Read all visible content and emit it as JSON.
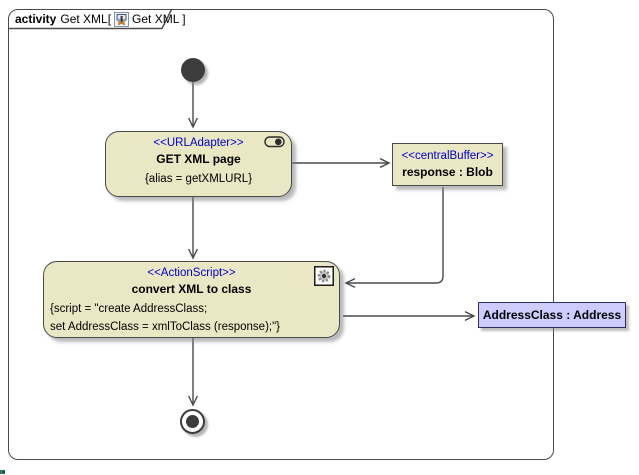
{
  "frame": {
    "tab_keyword": "activity",
    "tab_context": "Get XML[",
    "tab_diagram": "Get XML ]"
  },
  "nodes": {
    "url_adapter": {
      "stereotype": "<<URLAdapter>>",
      "name": "GET XML page",
      "property": "{alias = getXMLURL}",
      "icon": "call-behavior-toggle-icon"
    },
    "central_buffer": {
      "stereotype": "<<centralBuffer>>",
      "name": "response : Blob"
    },
    "action_script": {
      "stereotype": "<<ActionScript>>",
      "name": "convert XML to class",
      "script_line1": "{script = \"create AddressClass;",
      "script_line2": "set AddressClass = xmlToClass (response);\"}",
      "icon": "gear-icon"
    },
    "address_class": {
      "name": "AddressClass : Address"
    }
  },
  "colors": {
    "stereotype_blue": "#0000C8",
    "action_fill": "#EAE7C4",
    "object_fill": "#CCCCFF",
    "line": "#4A4A4A",
    "node_dark": "#3C3C3C"
  }
}
